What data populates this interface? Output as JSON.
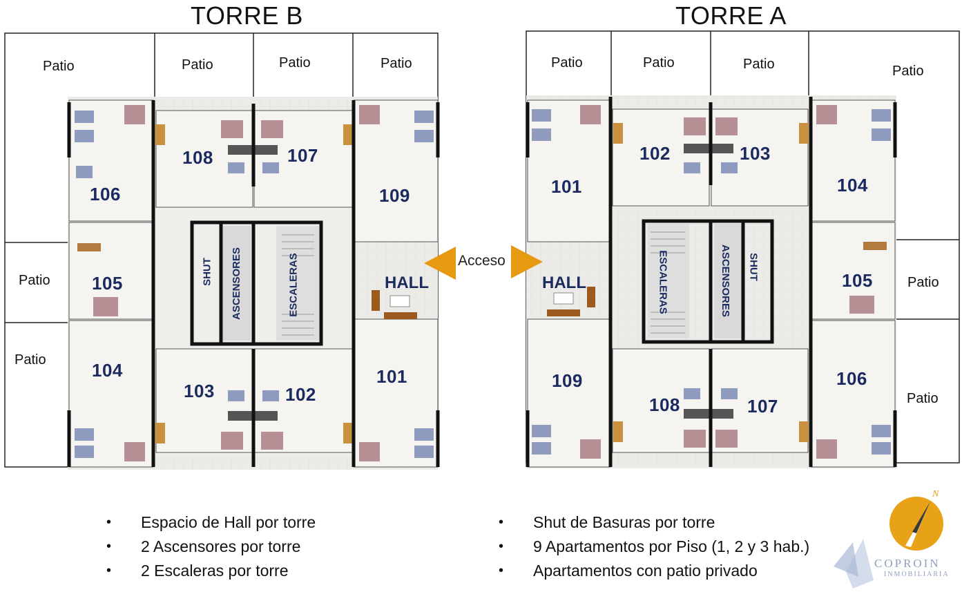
{
  "towers": {
    "b": {
      "title": "TORRE B",
      "patios": [
        "Patio",
        "Patio",
        "Patio",
        "Patio",
        "Patio",
        "Patio"
      ],
      "apartments": [
        "108",
        "107",
        "106",
        "109",
        "105",
        "104",
        "103",
        "102",
        "101"
      ],
      "core": {
        "shut": "SHUT",
        "elevators": "ASCENSORES",
        "stairs": "ESCALERAS",
        "hall": "HALL"
      }
    },
    "a": {
      "title": "TORRE A",
      "patios": [
        "Patio",
        "Patio",
        "Patio",
        "Patio",
        "Patio",
        "Patio"
      ],
      "apartments": [
        "102",
        "103",
        "101",
        "104",
        "105",
        "109",
        "106",
        "108",
        "107"
      ],
      "core": {
        "shut": "SHUT",
        "elevators": "ASCENSORES",
        "stairs": "ESCALERAS",
        "hall": "HALL"
      }
    }
  },
  "access_label": "Acceso",
  "features_left": [
    "Espacio de Hall por torre",
    "2 Ascensores por torre",
    "2 Escaleras por torre"
  ],
  "features_right": [
    "Shut de Basuras por torre",
    "9 Apartamentos por Piso (1, 2 y 3 hab.)",
    "Apartamentos con patio privado"
  ],
  "bullet": "•",
  "logo": {
    "name": "COPROIN",
    "tagline": "INMOBILIARIA",
    "compass_letter": "N"
  },
  "colors": {
    "apartment_number": "#1a2a5e",
    "arrow": "#e69a12",
    "compass": "#e8a217",
    "wall": "#111111",
    "floor": "#ecebe7"
  },
  "icons": [
    "arrow-right-icon",
    "arrow-left-icon",
    "compass-icon"
  ]
}
